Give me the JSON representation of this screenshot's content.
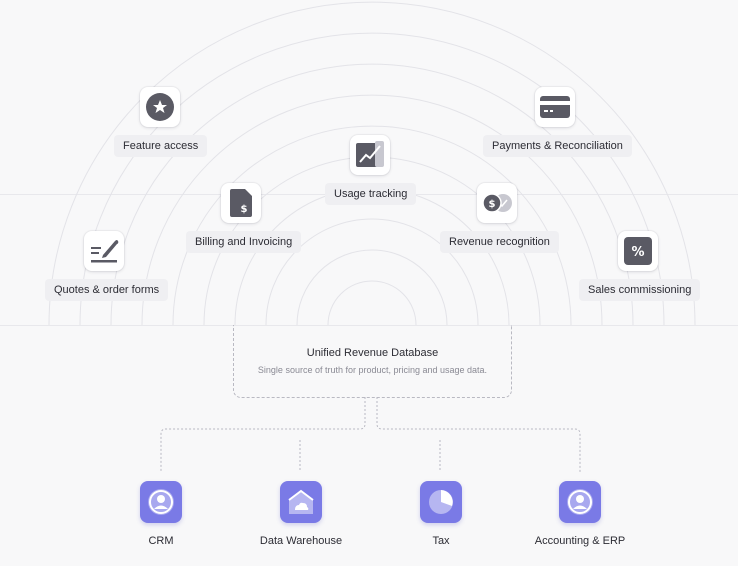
{
  "features": [
    {
      "id": "feature-access",
      "label": "Feature access",
      "icon": "star-icon"
    },
    {
      "id": "payments",
      "label": "Payments & Reconciliation",
      "icon": "credit-card-icon"
    },
    {
      "id": "usage",
      "label": "Usage tracking",
      "icon": "line-chart-icon"
    },
    {
      "id": "billing",
      "label": "Billing and Invoicing",
      "icon": "invoice-document-icon"
    },
    {
      "id": "revenue",
      "label": "Revenue recognition",
      "icon": "coins-icon"
    },
    {
      "id": "quotes",
      "label": "Quotes & order forms",
      "icon": "signature-pen-icon"
    },
    {
      "id": "commission",
      "label": "Sales commissioning",
      "icon": "percent-icon"
    }
  ],
  "database": {
    "title": "Unified Revenue Database",
    "subtitle": "Single source of truth for product, pricing and usage data."
  },
  "integrations": [
    {
      "id": "crm",
      "label": "CRM",
      "icon": "user-avatar-icon"
    },
    {
      "id": "warehouse",
      "label": "Data Warehouse",
      "icon": "cloud-house-icon"
    },
    {
      "id": "tax",
      "label": "Tax",
      "icon": "pie-chart-icon"
    },
    {
      "id": "erp",
      "label": "Accounting & ERP",
      "icon": "user-avatar-icon"
    }
  ],
  "colors": {
    "accent": "#7a7ae6",
    "accent_dark": "#5c5cc8",
    "icon_gray": "#5a5a64",
    "background": "#f8f8f9"
  }
}
